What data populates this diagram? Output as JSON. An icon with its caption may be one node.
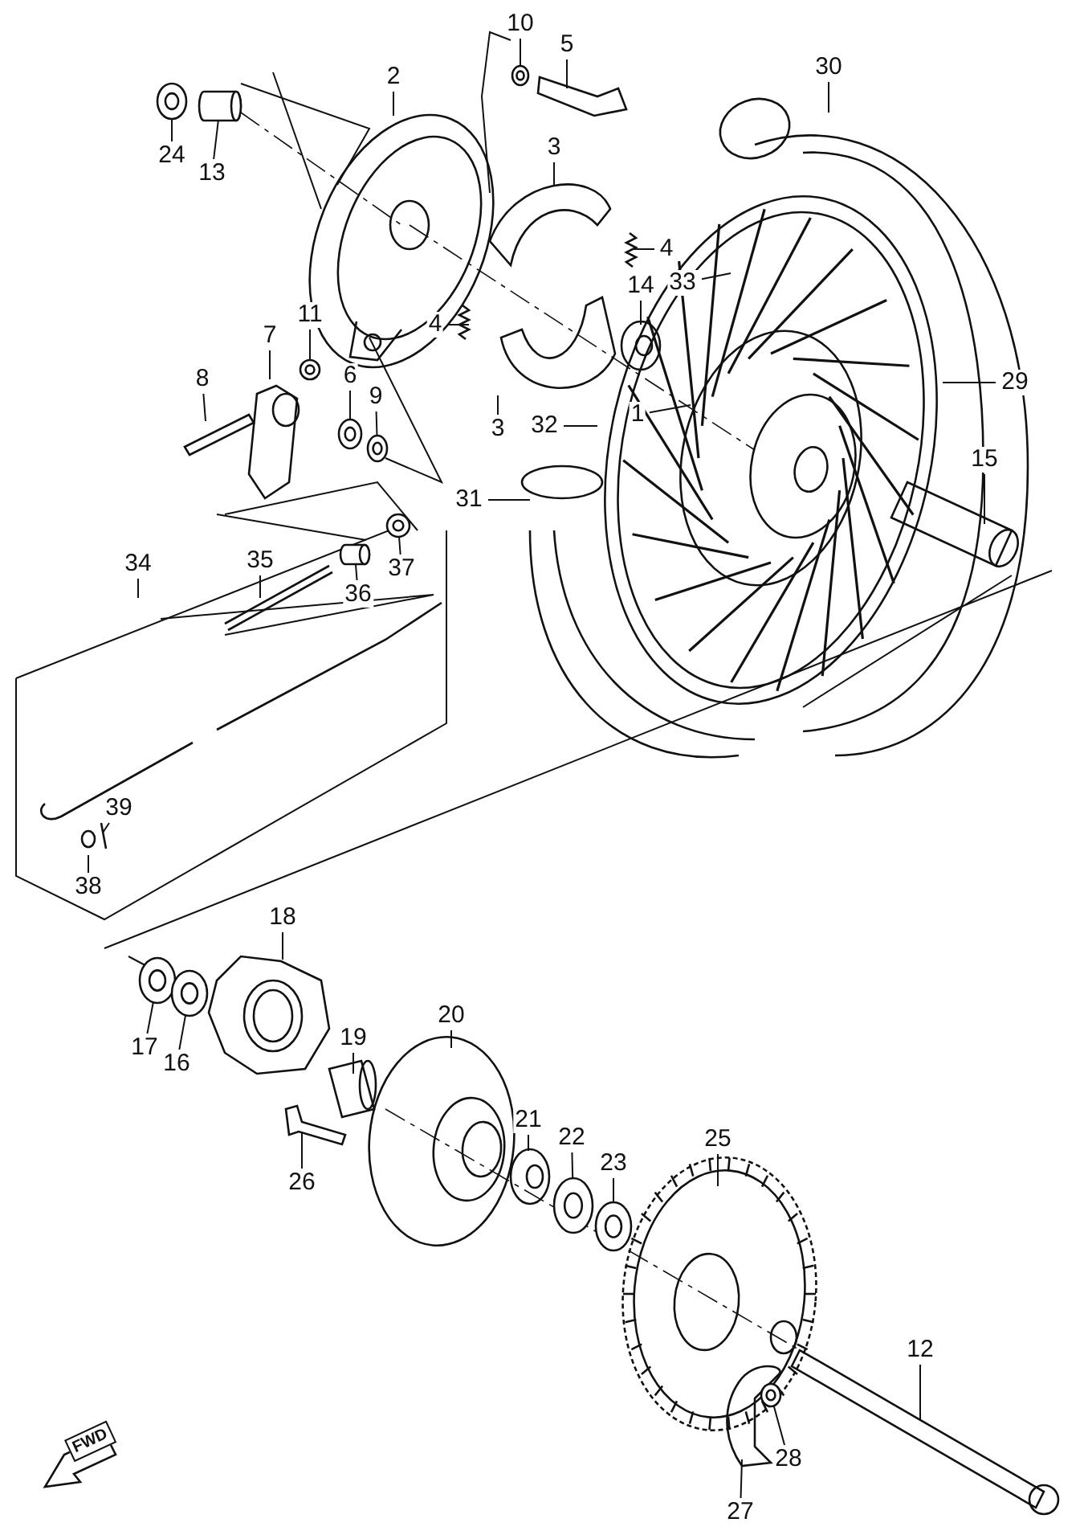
{
  "diagram": {
    "nodes": [
      {
        "text": [
          "10"
        ]
      },
      {
        "text": [
          "5"
        ]
      },
      {
        "text": [
          "30"
        ]
      },
      {
        "text": [
          "2"
        ]
      },
      {
        "text": [
          "24"
        ]
      },
      {
        "text": [
          "13"
        ]
      },
      {
        "text": [
          "3"
        ]
      },
      {
        "text": [
          "4"
        ]
      },
      {
        "text": [
          "33"
        ]
      },
      {
        "text": [
          "14"
        ]
      },
      {
        "text": [
          "11"
        ]
      },
      {
        "text": [
          "4"
        ]
      },
      {
        "text": [
          "7"
        ]
      },
      {
        "text": [
          "8"
        ]
      },
      {
        "text": [
          "6"
        ]
      },
      {
        "text": [
          "9"
        ]
      },
      {
        "text": [
          "29"
        ]
      },
      {
        "text": [
          "3"
        ]
      },
      {
        "text": [
          "32"
        ]
      },
      {
        "text": [
          "1"
        ]
      },
      {
        "text": [
          "15"
        ]
      },
      {
        "text": [
          "31"
        ]
      },
      {
        "text": [
          "34"
        ]
      },
      {
        "text": [
          "35"
        ]
      },
      {
        "text": [
          "37"
        ]
      },
      {
        "text": [
          "36"
        ]
      },
      {
        "text": [
          "39"
        ]
      },
      {
        "text": [
          "38"
        ]
      },
      {
        "text": [
          "18"
        ]
      },
      {
        "text": [
          "17"
        ]
      },
      {
        "text": [
          "16"
        ]
      },
      {
        "text": [
          "19"
        ]
      },
      {
        "text": [
          "20"
        ]
      },
      {
        "text": [
          "21"
        ]
      },
      {
        "text": [
          "22"
        ]
      },
      {
        "text": [
          "23"
        ]
      },
      {
        "text": [
          "25"
        ]
      },
      {
        "text": [
          "26"
        ]
      },
      {
        "text": [
          "12"
        ]
      },
      {
        "text": [
          "28"
        ]
      },
      {
        "text": [
          "27"
        ]
      },
      {
        "text": [],
        "shape": "circle"
      },
      {
        "text": [],
        "shape": "circle"
      },
      {
        "text": [],
        "shape": "cylinder"
      },
      {
        "text": [],
        "shape": "circle"
      },
      {
        "text": [],
        "shape": "circle"
      },
      {
        "text": [],
        "shape": "circle"
      },
      {
        "text": [],
        "shape": "circle"
      },
      {
        "text": [],
        "shape": "cylinder"
      },
      {
        "text": [],
        "shape": "circle"
      },
      {
        "text": [],
        "shape": "circle"
      },
      {
        "text": [],
        "shape": "circle"
      },
      {
        "text": [],
        "shape": "circle"
      },
      {
        "text": [],
        "shape": "circle"
      }
    ],
    "edges": [
      {
        "from": 0,
        "to": 41,
        "arrow": "none"
      },
      {
        "from": 1,
        "to": null,
        "arrow": "none"
      },
      {
        "from": 2,
        "to": null,
        "arrow": "none"
      },
      {
        "from": 3,
        "to": null,
        "arrow": "none"
      },
      {
        "from": 4,
        "to": 42,
        "arrow": "none"
      },
      {
        "from": 5,
        "to": 43,
        "arrow": "none"
      },
      {
        "from": 6,
        "to": null,
        "arrow": "none"
      },
      {
        "from": 7,
        "to": null,
        "arrow": "none"
      },
      {
        "from": 8,
        "to": null,
        "arrow": "none"
      },
      {
        "from": 9,
        "to": null,
        "arrow": "none"
      },
      {
        "from": 10,
        "to": 44,
        "arrow": "none"
      },
      {
        "from": 11,
        "to": null,
        "arrow": "none"
      },
      {
        "from": 12,
        "to": null,
        "arrow": "none"
      },
      {
        "from": 13,
        "to": null,
        "arrow": "none"
      },
      {
        "from": 14,
        "to": 45,
        "arrow": "none"
      },
      {
        "from": 15,
        "to": 46,
        "arrow": "none"
      },
      {
        "from": 16,
        "to": null,
        "arrow": "none"
      },
      {
        "from": 17,
        "to": null,
        "arrow": "none"
      },
      {
        "from": 18,
        "to": null,
        "arrow": "none"
      },
      {
        "from": 19,
        "to": null,
        "arrow": "none"
      },
      {
        "from": 20,
        "to": null,
        "arrow": "none"
      },
      {
        "from": 21,
        "to": null,
        "arrow": "none"
      },
      {
        "from": 22,
        "to": null,
        "arrow": "none"
      },
      {
        "from": 23,
        "to": null,
        "arrow": "none"
      },
      {
        "from": 24,
        "to": 47,
        "arrow": "none"
      },
      {
        "from": 25,
        "to": 48,
        "arrow": "none"
      },
      {
        "from": 26,
        "to": null,
        "arrow": "none"
      },
      {
        "from": 27,
        "to": null,
        "arrow": "none"
      },
      {
        "from": 28,
        "to": null,
        "arrow": "none"
      },
      {
        "from": 29,
        "to": 49,
        "arrow": "none"
      },
      {
        "from": 30,
        "to": 50,
        "arrow": "none"
      },
      {
        "from": 31,
        "to": null,
        "arrow": "none"
      },
      {
        "from": 32,
        "to": null,
        "arrow": "none"
      },
      {
        "from": 33,
        "to": null,
        "arrow": "none"
      },
      {
        "from": 34,
        "to": 51,
        "arrow": "none"
      },
      {
        "from": 35,
        "to": 52,
        "arrow": "none"
      },
      {
        "from": 36,
        "to": null,
        "arrow": "none"
      },
      {
        "from": 37,
        "to": null,
        "arrow": "none"
      },
      {
        "from": 38,
        "to": null,
        "arrow": "none"
      },
      {
        "from": 39,
        "to": 53,
        "arrow": "none"
      },
      {
        "from": 40,
        "to": null,
        "arrow": "none"
      }
    ],
    "labels": [
      "FWD"
    ]
  }
}
